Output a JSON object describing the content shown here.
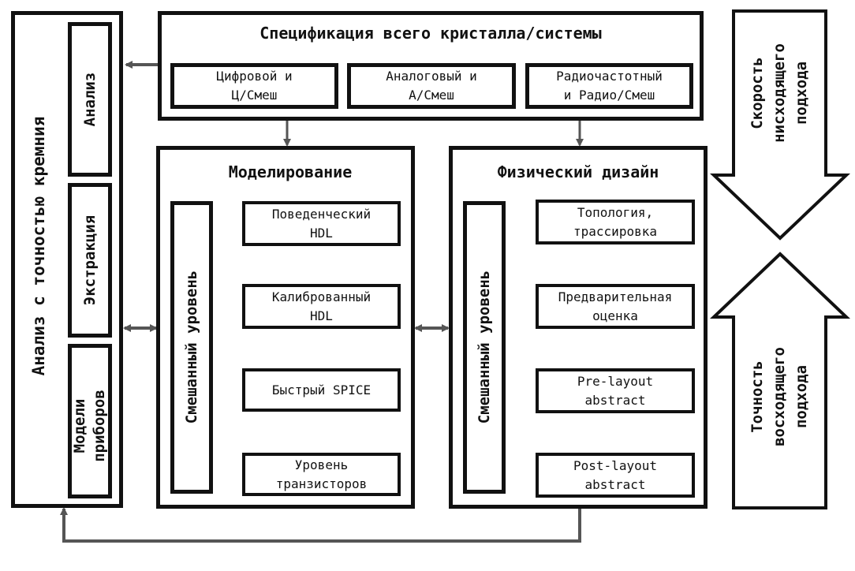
{
  "spec": {
    "title": "Спецификация всего кристалла/системы",
    "boxes": [
      "Цифровой и\nЦ/Смеш",
      "Аналоговый и\nА/Смеш",
      "Радиочастотный\nи Радио/Смеш"
    ]
  },
  "left_panel": {
    "label": "Анализ с точностью кремния",
    "items": [
      "Анализ",
      "Экстракция",
      "Модели\nприборов"
    ]
  },
  "modeling": {
    "title": "Моделирование",
    "mixed_level": "Смешанный уровень",
    "boxes": [
      "Поведенческий\nHDL",
      "Калиброванный\nHDL",
      "Быстрый SPICE",
      "Уровень\nтранзисторов"
    ]
  },
  "physical": {
    "title": "Физический дизайн",
    "mixed_level": "Смешанный уровень",
    "boxes": [
      "Топология,\nтрассировка",
      "Предварительная\nоценка",
      "Pre-layout\nabstract",
      "Post-layout\nabstract"
    ]
  },
  "arrows": {
    "down_label": "Скорость\nнисходящего\nподхода",
    "up_label": "Точность\nвосходящего\nподхода"
  },
  "colors": {
    "line": "#111111",
    "connector": "#555555"
  }
}
